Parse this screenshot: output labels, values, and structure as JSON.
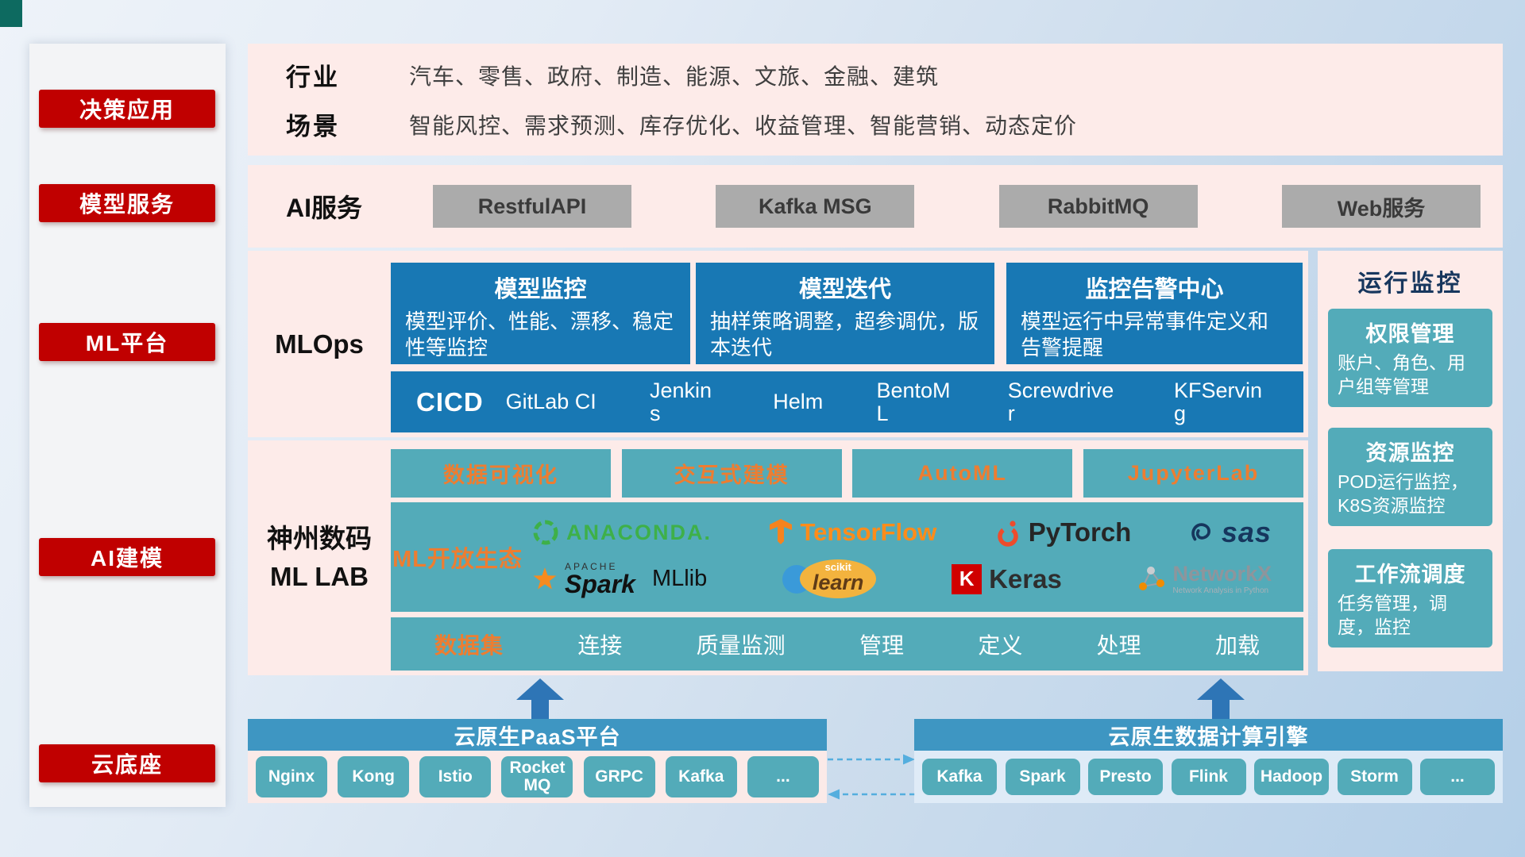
{
  "sidebar": {
    "items": [
      {
        "label": "决策应用"
      },
      {
        "label": "模型服务"
      },
      {
        "label": "ML平台"
      },
      {
        "label": "AI建模"
      },
      {
        "label": "云底座"
      }
    ]
  },
  "industry": {
    "row1_label": "行业",
    "row1_value": "汽车、零售、政府、制造、能源、文旅、金融、建筑",
    "row2_label": "场景",
    "row2_value": "智能风控、需求预测、库存优化、收益管理、智能营销、动态定价"
  },
  "ai_service": {
    "label": "AI服务",
    "buttons": [
      "RestfulAPI",
      "Kafka MSG",
      "RabbitMQ",
      "Web服务"
    ]
  },
  "mlops": {
    "label": "MLOps",
    "cards": [
      {
        "title": "模型监控",
        "desc": "模型评价、性能、漂移、稳定性等监控"
      },
      {
        "title": "模型迭代",
        "desc": "抽样策略调整，超参调优，版本迭代"
      },
      {
        "title": "监控告警中心",
        "desc": "模型运行中异常事件定义和告警提醒"
      }
    ],
    "cicd_label": "CICD",
    "cicd_items": [
      "GitLab CI",
      "Jenkins",
      "Helm",
      "BentoML",
      "Screwdriver",
      "KFServing"
    ]
  },
  "monitoring": {
    "title": "运行监控",
    "cards": [
      {
        "title": "权限管理",
        "desc": "账户、角色、用户组等管理"
      },
      {
        "title": "资源监控",
        "desc": "POD运行监控，K8S资源监控"
      },
      {
        "title": "工作流调度",
        "desc": "任务管理，调度，监控"
      }
    ]
  },
  "mllab": {
    "label_line1": "神州数码",
    "label_line2": "ML LAB",
    "tools": [
      "数据可视化",
      "交互式建模",
      "AutoML",
      "JupyterLab"
    ],
    "ecosystem_label": "ML开放生态",
    "logos": {
      "anaconda": "ANACONDA.",
      "tensorflow": "TensorFlow",
      "pytorch": "PyTorch",
      "sas": "sas",
      "spark_apache": "APACHE",
      "spark": "Spark",
      "mllib": "MLlib",
      "scikit_top": "scikit",
      "scikit_main": "learn",
      "keras_k": "K",
      "keras": "Keras",
      "networkx": "NetworkX",
      "networkx_sub": "Network Analysis in Python"
    },
    "dataset": {
      "label": "数据集",
      "items": [
        "连接",
        "质量监测",
        "管理",
        "定义",
        "处理",
        "加载"
      ]
    }
  },
  "foundation": {
    "paas": {
      "title": "云原生PaaS平台",
      "items": [
        "Nginx",
        "Kong",
        "Istio",
        "RocketMQ",
        "GRPC",
        "Kafka",
        "..."
      ]
    },
    "engine": {
      "title": "云原生数据计算引擎",
      "items": [
        "Kafka",
        "Spark",
        "Presto",
        "Flink",
        "Hadoop",
        "Storm",
        "..."
      ]
    }
  },
  "colors": {
    "red": "#c00000",
    "pink_panel": "#fdebe9",
    "blue_card": "#1878b4",
    "teal": "#53abb9",
    "orange": "#ed7d31",
    "gray_button": "#ababab",
    "bar_blue": "#3e96c2",
    "arrow_blue": "#2e75b6",
    "navy_title": "#17375e"
  }
}
